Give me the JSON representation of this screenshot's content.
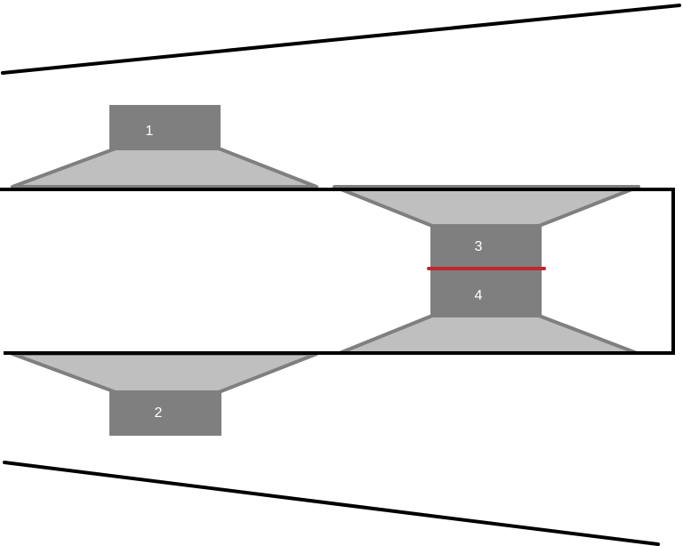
{
  "units": [
    {
      "label": "1"
    },
    {
      "label": "2"
    },
    {
      "label": "3"
    },
    {
      "label": "4"
    }
  ],
  "colors": {
    "line": "#000000",
    "box": "#7f7f7f",
    "cone_fill": "#bfbfbf",
    "cone_stroke": "#7f7f7f",
    "divider": "#c0282d",
    "label": "#ffffff",
    "background": "#ffffff"
  }
}
